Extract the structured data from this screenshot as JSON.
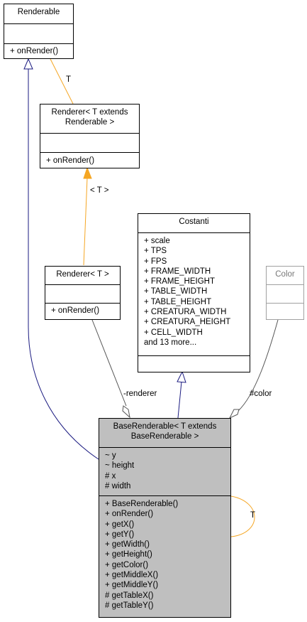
{
  "classes": {
    "renderable": {
      "title": "Renderable",
      "attributes": [],
      "methods": [
        "+ onRender()"
      ]
    },
    "renderer_generic": {
      "title_line1": "Renderer< T extends",
      "title_line2": "Renderable >",
      "attributes": [],
      "methods": [
        "+ onRender()"
      ]
    },
    "costanti": {
      "title": "Costanti",
      "attributes": [
        "+ scale",
        "+ TPS",
        "+ FPS",
        "+ FRAME_WIDTH",
        "+ FRAME_HEIGHT",
        "+ TABLE_WIDTH",
        "+ TABLE_HEIGHT",
        "+ CREATURA_WIDTH",
        "+ CREATURA_HEIGHT",
        "+ CELL_WIDTH",
        "and 13 more..."
      ],
      "methods": []
    },
    "renderer_t": {
      "title": "Renderer< T >",
      "attributes": [],
      "methods": [
        "+ onRender()"
      ]
    },
    "color": {
      "title": "Color",
      "attributes": [],
      "methods": []
    },
    "base_renderable": {
      "title_line1": "BaseRenderable< T extends",
      "title_line2": "BaseRenderable >",
      "attributes": [
        "~ y",
        "~ height",
        "# x",
        "# width"
      ],
      "methods": [
        "+ BaseRenderable()",
        "+ onRender()",
        "+ getX()",
        "+ getY()",
        "+ getWidth()",
        "+ getHeight()",
        "+ getColor()",
        "+ getMiddleX()",
        "+ getMiddleY()",
        "# getTableX()",
        "# getTableY()"
      ]
    }
  },
  "edge_labels": {
    "renderable_to_renderer": "T",
    "renderer_binding": "< T >",
    "renderer_member": "-renderer",
    "color_member": "#color",
    "self_template": "T"
  },
  "colors": {
    "inheritance": "#1a1a80",
    "template": "#f5a623",
    "association": "#555555",
    "focus_fill": "#bfbfbf",
    "undocumented_border": "#a0a0a0"
  }
}
